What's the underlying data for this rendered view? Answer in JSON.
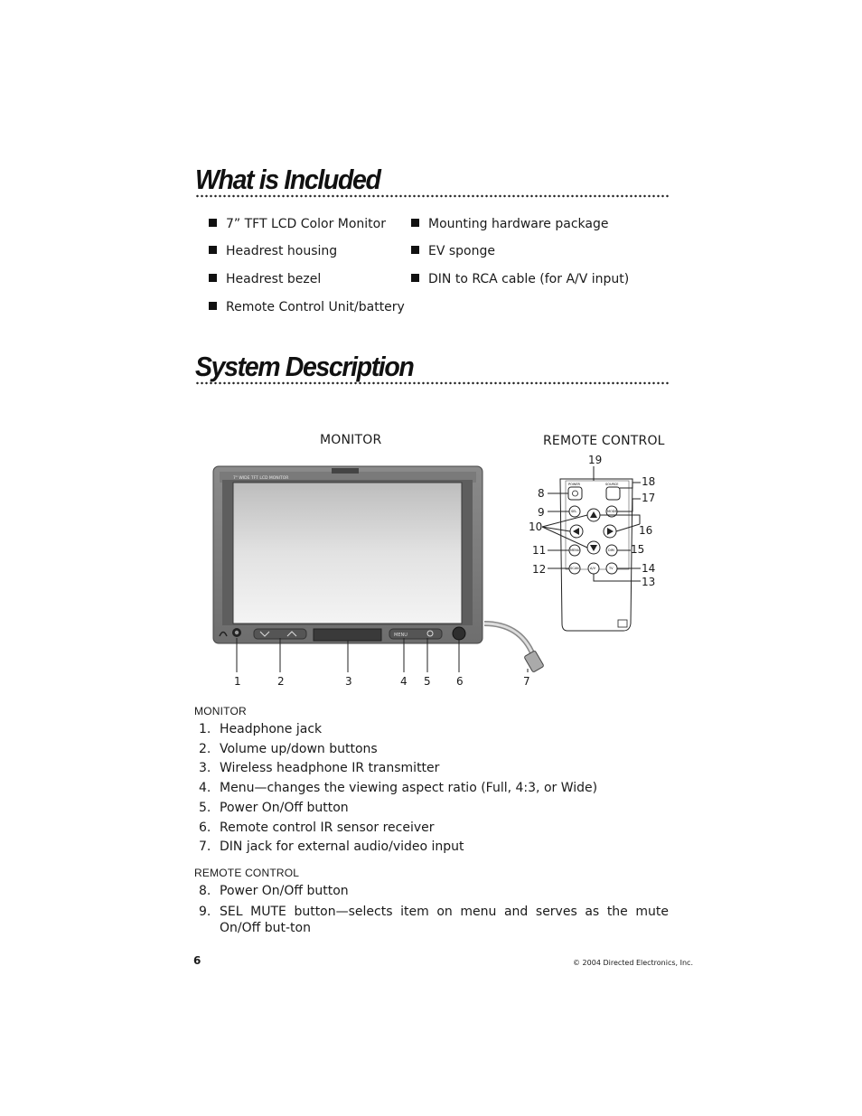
{
  "included": {
    "title": "What is Included",
    "left_items": [
      "7” TFT LCD Color Monitor",
      "Headrest housing",
      "Headrest bezel",
      "Remote Control Unit/battery"
    ],
    "right_items": [
      "Mounting hardware package",
      "EV sponge",
      "DIN to RCA cable (for A/V input)"
    ]
  },
  "system": {
    "title": "System Description",
    "monitor_label": "MONITOR",
    "remote_label": "REMOTE CONTROL",
    "monitor_callouts": [
      "1",
      "2",
      "3",
      "4",
      "5",
      "6",
      "7"
    ],
    "remote_callouts": [
      "8",
      "9",
      "10",
      "11",
      "12",
      "13",
      "14",
      "15",
      "16",
      "17",
      "18",
      "19"
    ],
    "device_text": {
      "monitor_brand": "7\" WIDE TFT LCD MONITOR",
      "menu_key": "MENU",
      "remote_keys": [
        "POWER",
        "SOURCE",
        "SEL",
        "MODE",
        "MENU",
        "DIM",
        "SCAN",
        "A/V",
        "TV"
      ]
    }
  },
  "monitor_list": {
    "heading": "MONITOR",
    "items": [
      {
        "num": "1.",
        "text": "Headphone jack"
      },
      {
        "num": "2.",
        "text": "Volume up/down buttons"
      },
      {
        "num": "3.",
        "text": "Wireless headphone IR transmitter"
      },
      {
        "num": "4.",
        "text": "Menu—changes the viewing aspect ratio (Full, 4:3, or Wide)"
      },
      {
        "num": "5.",
        "text": "Power On/Off button"
      },
      {
        "num": "6.",
        "text": "Remote control IR sensor receiver"
      },
      {
        "num": "7.",
        "text": "DIN jack for external audio/video input"
      }
    ]
  },
  "remote_list": {
    "heading": "REMOTE CONTROL",
    "items": [
      {
        "num": "8.",
        "text": "Power On/Off button"
      },
      {
        "num": "9.",
        "text": "SEL MUTE button—selects item on menu and serves as the mute On/Off but-ton"
      }
    ]
  },
  "footer": {
    "page_number": "6",
    "copyright": "© 2004 Directed Electronics, Inc."
  }
}
